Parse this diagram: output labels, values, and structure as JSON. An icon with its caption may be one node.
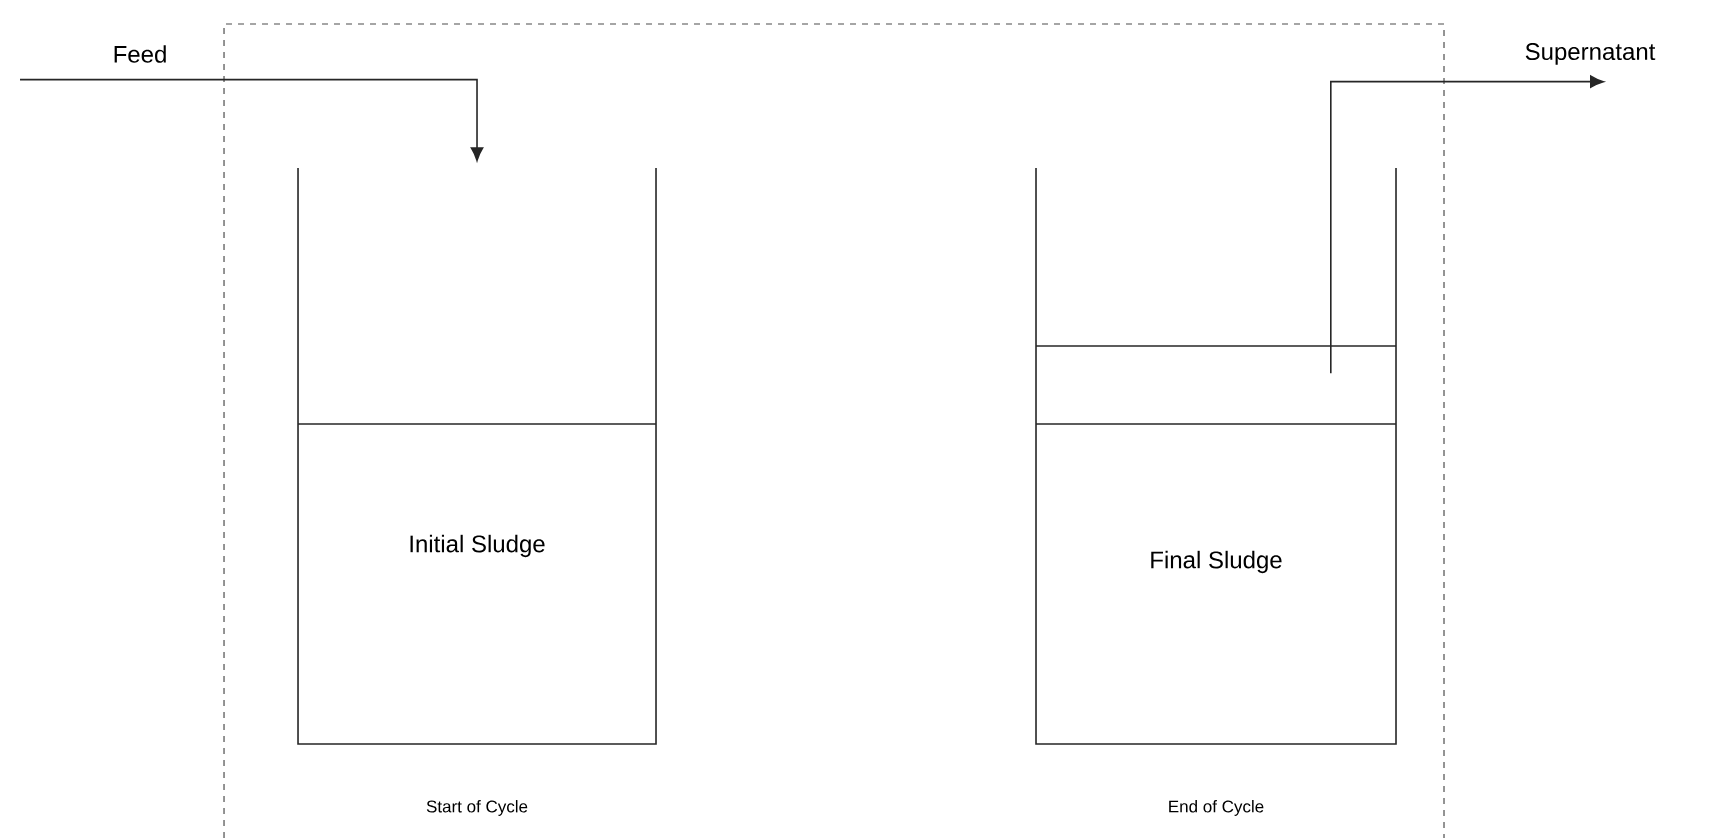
{
  "diagram": {
    "nodes": [
      {
        "text": [
          "Feed"
        ]
      },
      {
        "text": [
          "Initial Sludge"
        ],
        "beside": [
          "Start of Cycle"
        ]
      },
      {
        "text": [
          "Final Sludge"
        ],
        "beside": [
          "End of Cycle"
        ]
      },
      {
        "text": [
          "Supernatant"
        ]
      }
    ],
    "edges": [
      {
        "from": 0,
        "to": 1,
        "arrow": "to"
      },
      {
        "from": 2,
        "to": 3,
        "arrow": "to"
      }
    ]
  }
}
